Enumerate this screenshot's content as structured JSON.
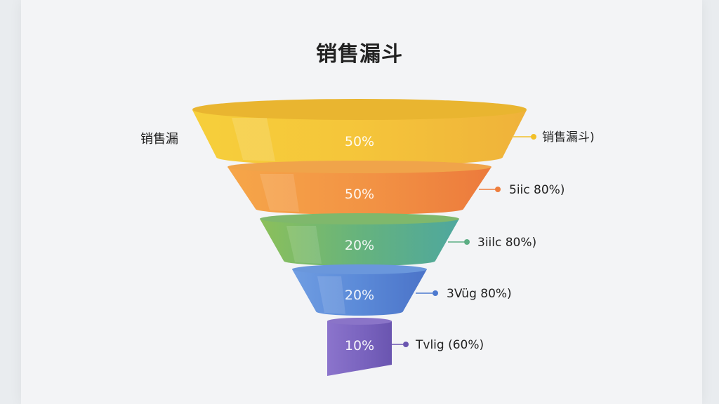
{
  "chart_data": {
    "type": "funnel",
    "title": "销售漏斗",
    "side_label": "销售漏",
    "stages": [
      {
        "value": "50%",
        "label": "销售漏斗)",
        "color": "#f2c43a",
        "dot": "#f2c029"
      },
      {
        "value": "50%",
        "label": "5iic 80%)",
        "color": "#f29445",
        "dot": "#ee7d3c"
      },
      {
        "value": "20%",
        "label": "3iilc 80%)",
        "color": "#69b57e",
        "dot": "#5cae84"
      },
      {
        "value": "20%",
        "label": "3Vüg 80%)",
        "color": "#5b8ad8",
        "dot": "#4d79cf"
      },
      {
        "value": "10%",
        "label": "Tvlig (60%)",
        "color": "#7b62bd",
        "dot": "#6a55b0"
      }
    ]
  }
}
